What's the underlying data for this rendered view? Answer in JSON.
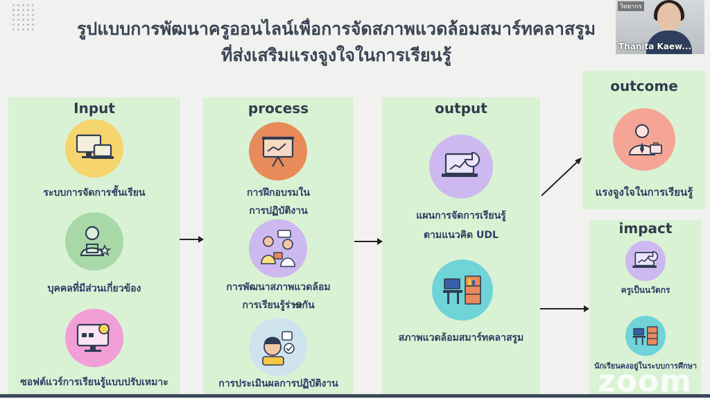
{
  "title": {
    "line1": "รูปแบบการพัฒนาครูออนไลน์เพื่อการจัดสภาพแวดล้อมสมาร์ทคลาสรูม",
    "line2": "ที่ส่งเสริมแรงจูงใจในการเรียนรู้"
  },
  "columns": {
    "input": {
      "header": "Input",
      "items": [
        "ระบบการจัดการชั้นเรียน",
        "บุคคลที่มีส่วนเกี่ยวข้อง",
        "ซอฟต์แวร์การเรียนรู้แบบปรับเหมาะ"
      ]
    },
    "process": {
      "header": "process",
      "items": [
        {
          "line1": "การฝึกอบรมใน",
          "line2": "การปฏิบัติงาน"
        },
        {
          "line1": "การพัฒนาสภาพแวดล้อม",
          "line2": "การเรียนรู้ร่วมกัน"
        },
        {
          "line1": "การประเมินผลการปฏิบัติงาน",
          "line2": ""
        }
      ]
    },
    "output": {
      "header": "output",
      "items": [
        {
          "line1": "แผนการจัดการเรียนรู้",
          "line2": "ตามแนวคิด UDL"
        },
        {
          "line1": "สภาพแวดล้อมสมาร์ทคลาสรูม",
          "line2": ""
        }
      ]
    },
    "outcome": {
      "header": "outcome",
      "items": [
        "แรงจูงใจในการเรียนรู้"
      ]
    },
    "impact": {
      "header": "impact",
      "items": [
        "ครูเป็นนวัตกร",
        "นักเรียนคงอยู่ในระบบการศึกษา"
      ]
    }
  },
  "colors": {
    "panel": "#d9f2d4",
    "yellow": "#f7d56e",
    "green": "#a9d8a8",
    "pink": "#f29ed7",
    "orange": "#e88a5a",
    "lavender": "#cdb8ef",
    "teal": "#6fd3d8",
    "salmon": "#f5a595"
  },
  "video": {
    "tag": "วิทยากร",
    "name": "Thanita Kaew..."
  },
  "watermark": "zoom"
}
